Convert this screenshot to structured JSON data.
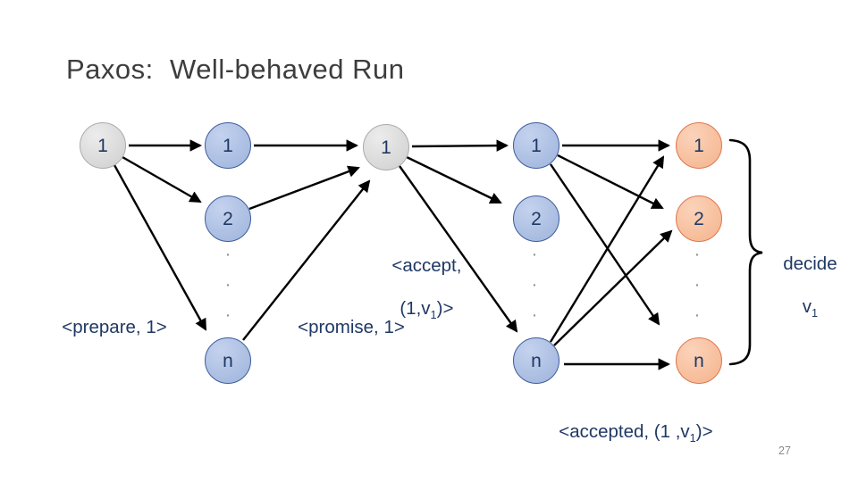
{
  "slide": {
    "title": "Paxos:  Well-behaved Run",
    "page_number": "27"
  },
  "colors": {
    "label_text": "#1f3864",
    "node_blue_fill": "#aec0e5",
    "node_blue_border": "#3e5c9c",
    "node_orange_fill": "#f8c5a5",
    "node_orange_border": "#df7650",
    "node_gray_fill": "#d9d9d9",
    "node_gray_border": "#aeaaaa",
    "line_color": "#000000"
  },
  "diagram": {
    "ellipsis_dot": "·",
    "columns": {
      "proposer_prepare": {
        "n1": "1"
      },
      "acceptors_promise": {
        "n1": "1",
        "n2": "2",
        "nn": "n"
      },
      "proposer_accept": {
        "n1": "1"
      },
      "acceptors_accepted": {
        "n1": "1",
        "n2": "2",
        "nn": "n"
      },
      "learners": {
        "n1": "1",
        "n2": "2",
        "nn": "n"
      }
    },
    "labels": {
      "prepare": "<prepare, 1>",
      "promise": "<promise, 1>",
      "accept_line1": "<accept,",
      "accept_line2_pre": "(1,v",
      "accept_sub": "1",
      "accept_line2_post": ")>",
      "accepted_pre": "<accepted, (1 ,v",
      "accepted_sub": "1",
      "accepted_post": ")>",
      "decide_line1": "decide",
      "decide_line2_pre": "v",
      "decide_sub": "1"
    }
  }
}
